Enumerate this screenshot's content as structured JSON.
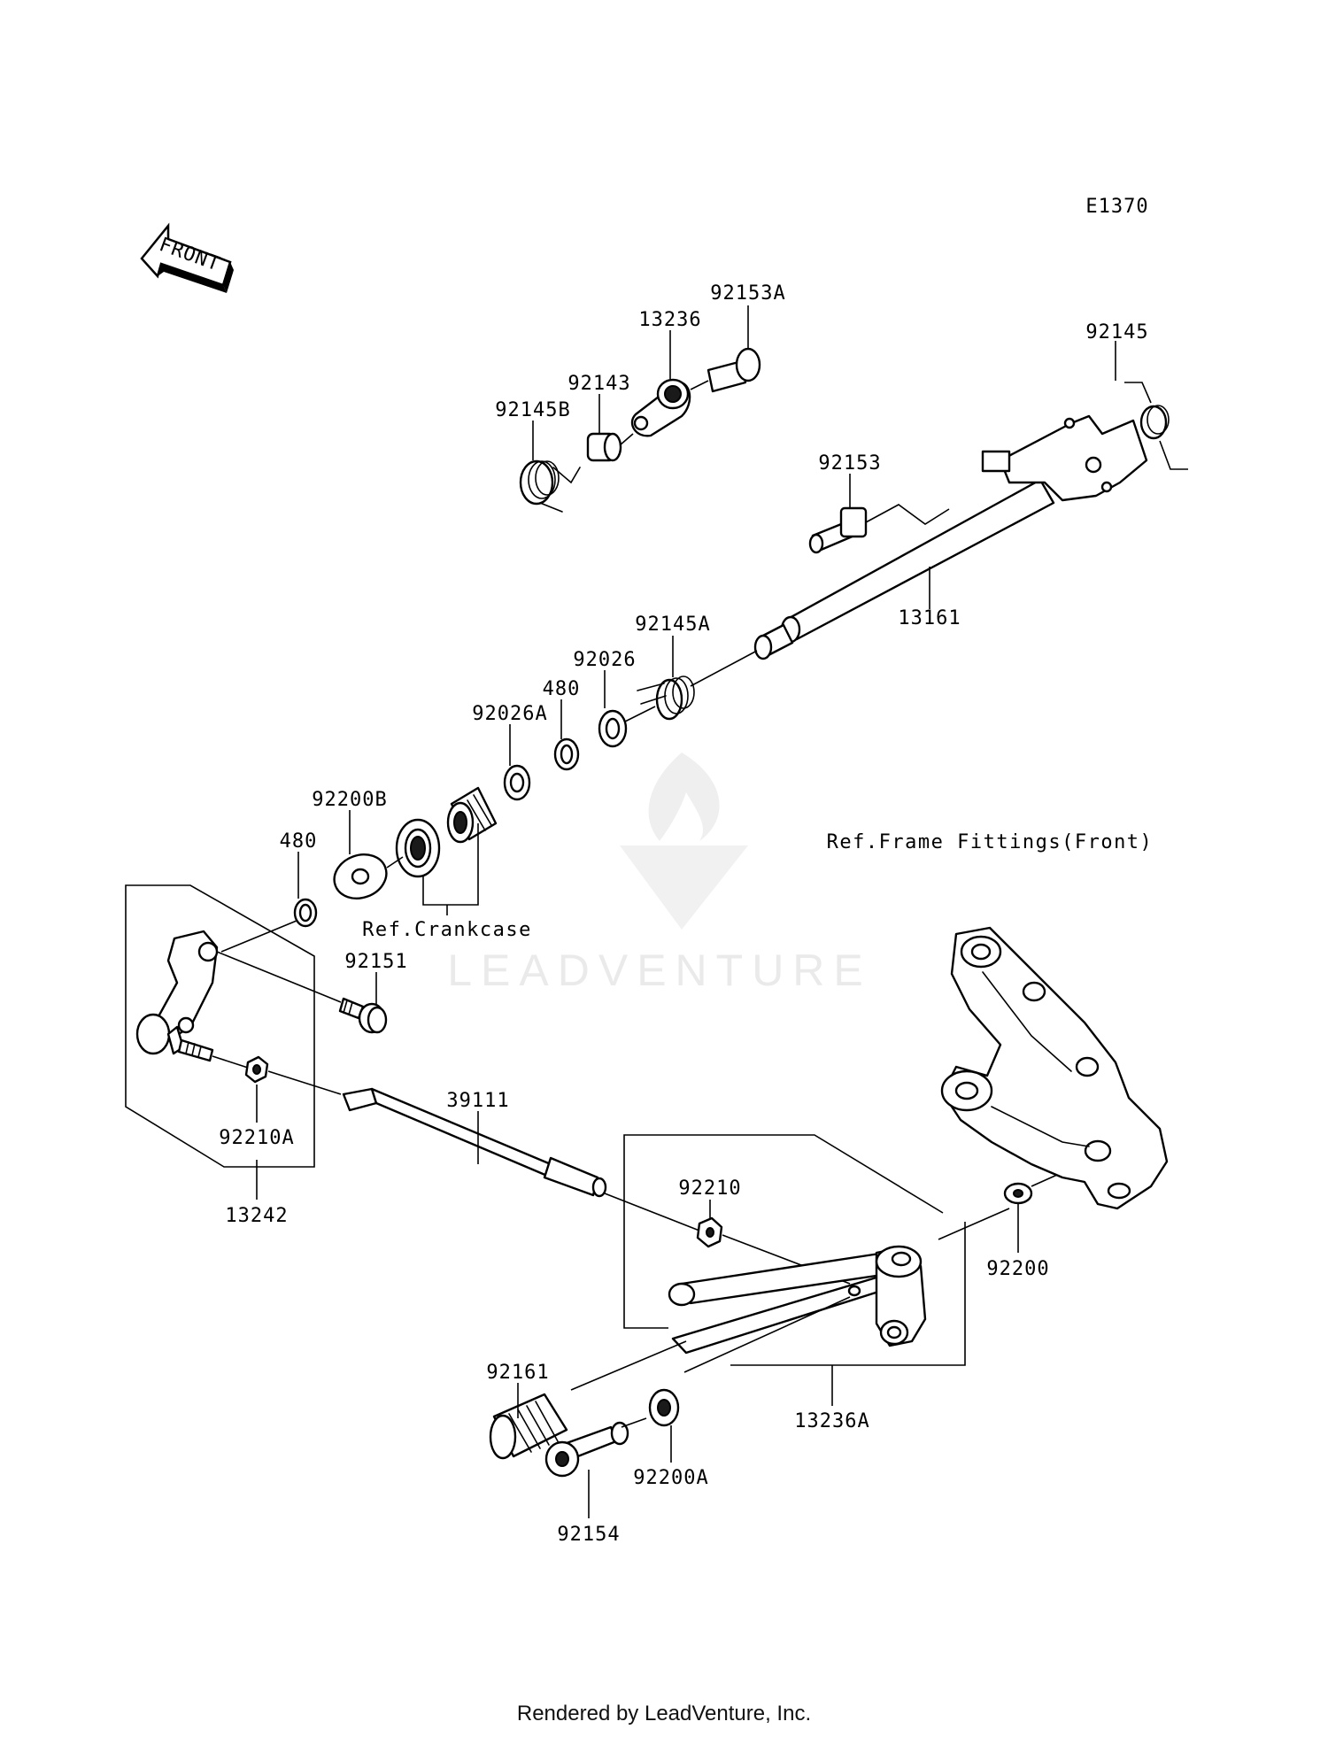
{
  "diagram_code": "E1370",
  "front_arrow_label": "FRONT",
  "watermark": "LEADVENTURE",
  "footer": "Rendered by LeadVenture, Inc.",
  "refs": {
    "crankcase": "Ref.Crankcase",
    "frame_fittings": "Ref.Frame Fittings(Front)"
  },
  "parts": {
    "p92153A": "92153A",
    "p13236": "13236",
    "p92143": "92143",
    "p92145B": "92145B",
    "p92145": "92145",
    "p92153": "92153",
    "p13161": "13161",
    "p92145A": "92145A",
    "p92026": "92026",
    "p480_upper": "480",
    "p92026A": "92026A",
    "p92200B": "92200B",
    "p480_lower": "480",
    "p92151": "92151",
    "p92210A": "92210A",
    "p13242": "13242",
    "p39111": "39111",
    "p92210": "92210",
    "p92200": "92200",
    "p92161": "92161",
    "p92154": "92154",
    "p92200A": "92200A",
    "p13236A": "13236A"
  }
}
